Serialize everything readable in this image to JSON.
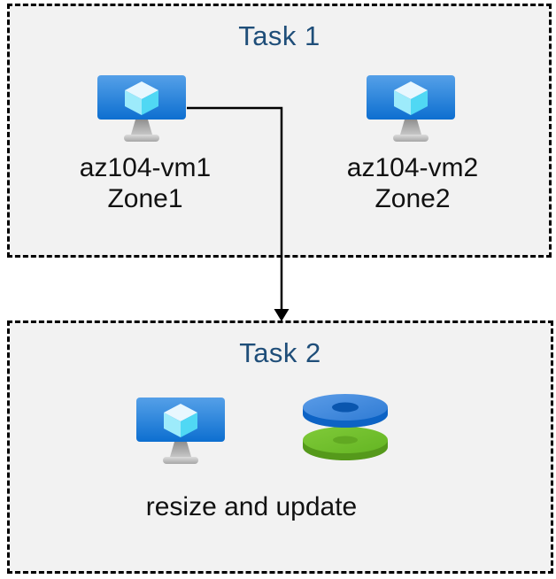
{
  "diagram": {
    "task1": {
      "title": "Task 1",
      "vms": [
        {
          "name": "az104-vm1",
          "zone": "Zone1",
          "icon": "virtual-machine-icon"
        },
        {
          "name": "az104-vm2",
          "zone": "Zone2",
          "icon": "virtual-machine-icon"
        }
      ]
    },
    "task2": {
      "title": "Task 2",
      "caption": "resize and update",
      "icons": [
        "virtual-machine-icon",
        "managed-disks-icon"
      ]
    },
    "connector": {
      "icon": "arrow-down-icon"
    },
    "colors": {
      "panel_background": "#f2f2f2",
      "panel_border": "#000000",
      "title_text": "#1f4e79",
      "label_text": "#111111",
      "vm_screen_top": "#55a0e8",
      "vm_screen_bottom": "#0d6fd0",
      "cube_top": "#e8f7fe",
      "cube_left": "#9debfb",
      "cube_right": "#50d8f4",
      "disk_blue_top": "#3f88dd",
      "disk_blue_side": "#0d63c5",
      "disk_blue_hole": "#0a56ae",
      "disk_green_top": "#72c02c",
      "disk_green_side": "#55991b",
      "disk_green_hole": "#61a922",
      "arrow": "#000000"
    }
  }
}
